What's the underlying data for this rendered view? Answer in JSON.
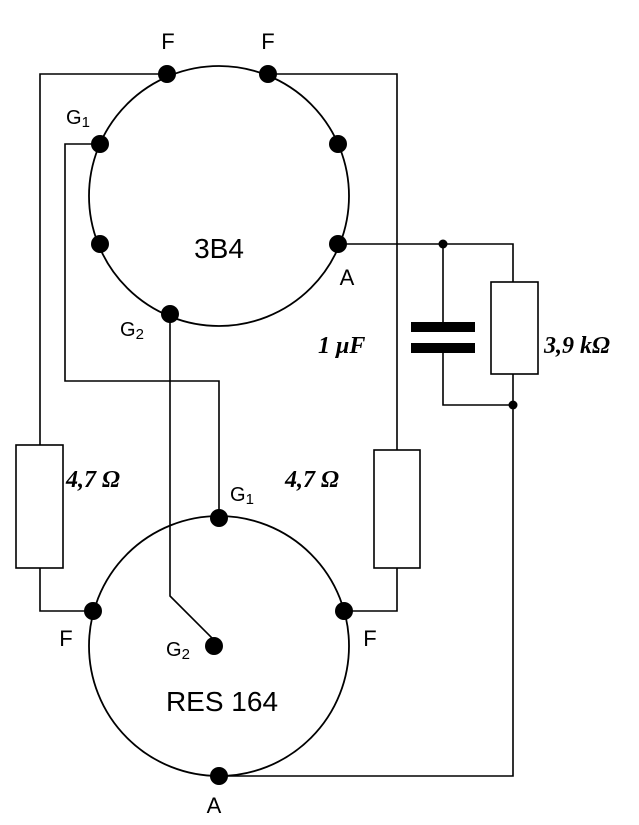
{
  "tubes": {
    "top": {
      "name": "3B4",
      "pin_filament_left": "F",
      "pin_filament_right": "F",
      "pin_grid1": "G",
      "pin_grid1_sub": "1",
      "pin_grid2": "G",
      "pin_grid2_sub": "2",
      "pin_anode": "A"
    },
    "bottom": {
      "name": "RES 164",
      "pin_filament_left": "F",
      "pin_filament_right": "F",
      "pin_grid1": "G",
      "pin_grid1_sub": "1",
      "pin_grid2": "G",
      "pin_grid2_sub": "2",
      "pin_anode": "A"
    }
  },
  "components": {
    "capacitor": "1 μF",
    "resistor_anode": "3,9 kΩ",
    "resistor_left": "4,7 Ω",
    "resistor_right": "4,7 Ω"
  },
  "colors": {
    "ink": "#000000",
    "paper": "#ffffff"
  }
}
